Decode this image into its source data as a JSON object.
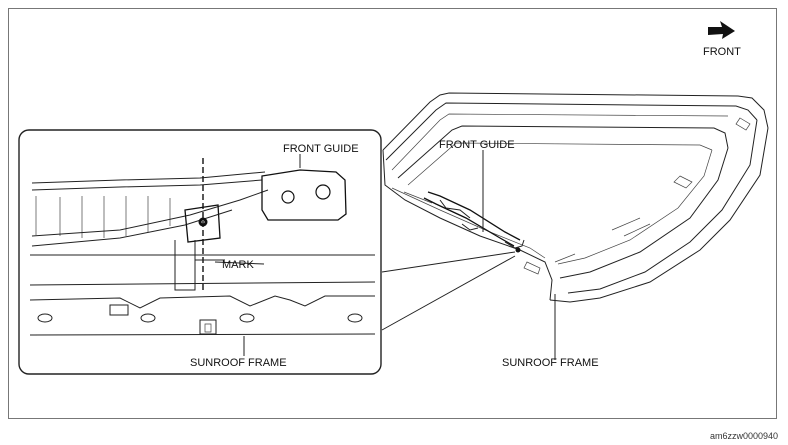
{
  "labels": {
    "front_arrow": "FRONT",
    "front_guide_detail": "FRONT GUIDE",
    "front_guide_main": "FRONT GUIDE",
    "mark": "MARK",
    "sunroof_frame_detail": "SUNROOF FRAME",
    "sunroof_frame_main": "SUNROOF FRAME"
  },
  "figure_code": "am6zzw0000940"
}
